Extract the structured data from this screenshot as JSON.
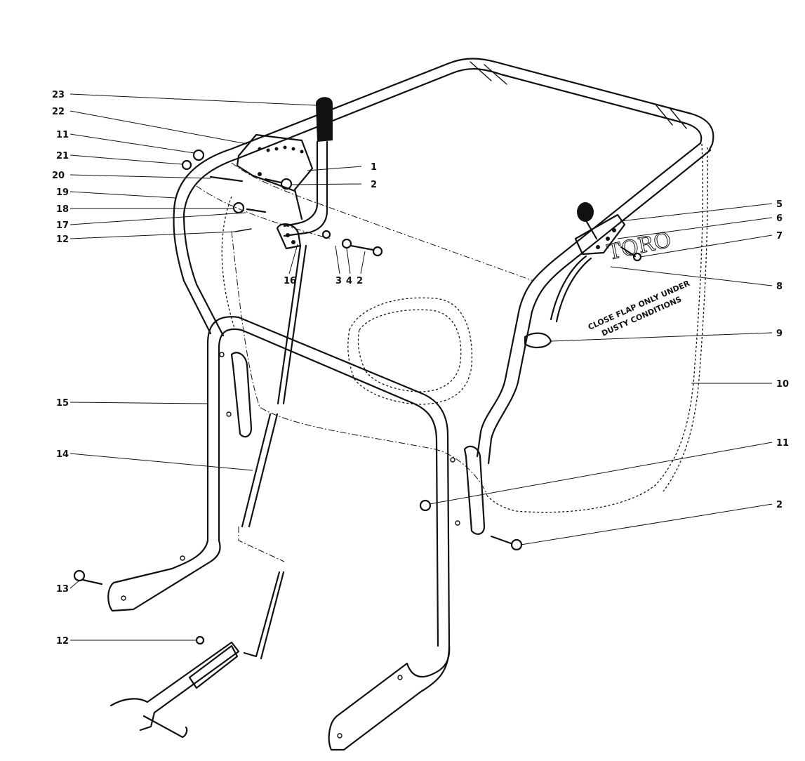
{
  "diagram": {
    "callouts": [
      {
        "id": "c23a",
        "label": "23"
      },
      {
        "id": "c22",
        "label": "22"
      },
      {
        "id": "c11a",
        "label": "11"
      },
      {
        "id": "c21",
        "label": "21"
      },
      {
        "id": "c20",
        "label": "20"
      },
      {
        "id": "c19",
        "label": "19"
      },
      {
        "id": "c18",
        "label": "18"
      },
      {
        "id": "c17",
        "label": "17"
      },
      {
        "id": "c12a",
        "label": "12"
      },
      {
        "id": "c16",
        "label": "16"
      },
      {
        "id": "c3",
        "label": "3"
      },
      {
        "id": "c4",
        "label": "4"
      },
      {
        "id": "c2b",
        "label": "2"
      },
      {
        "id": "c1",
        "label": "1"
      },
      {
        "id": "c2a",
        "label": "2"
      },
      {
        "id": "c5",
        "label": "5"
      },
      {
        "id": "c6",
        "label": "6"
      },
      {
        "id": "c7",
        "label": "7"
      },
      {
        "id": "c8",
        "label": "8"
      },
      {
        "id": "c9",
        "label": "9"
      },
      {
        "id": "c10",
        "label": "10"
      },
      {
        "id": "c15",
        "label": "15"
      },
      {
        "id": "c14",
        "label": "14"
      },
      {
        "id": "c11b",
        "label": "11"
      },
      {
        "id": "c2c",
        "label": "2"
      },
      {
        "id": "c13",
        "label": "13"
      },
      {
        "id": "c12b",
        "label": "12"
      }
    ],
    "bag_label": {
      "brand": "TORO",
      "line1": "CLOSE FLAP ONLY UNDER",
      "line2": "DUSTY CONDITIONS"
    }
  }
}
